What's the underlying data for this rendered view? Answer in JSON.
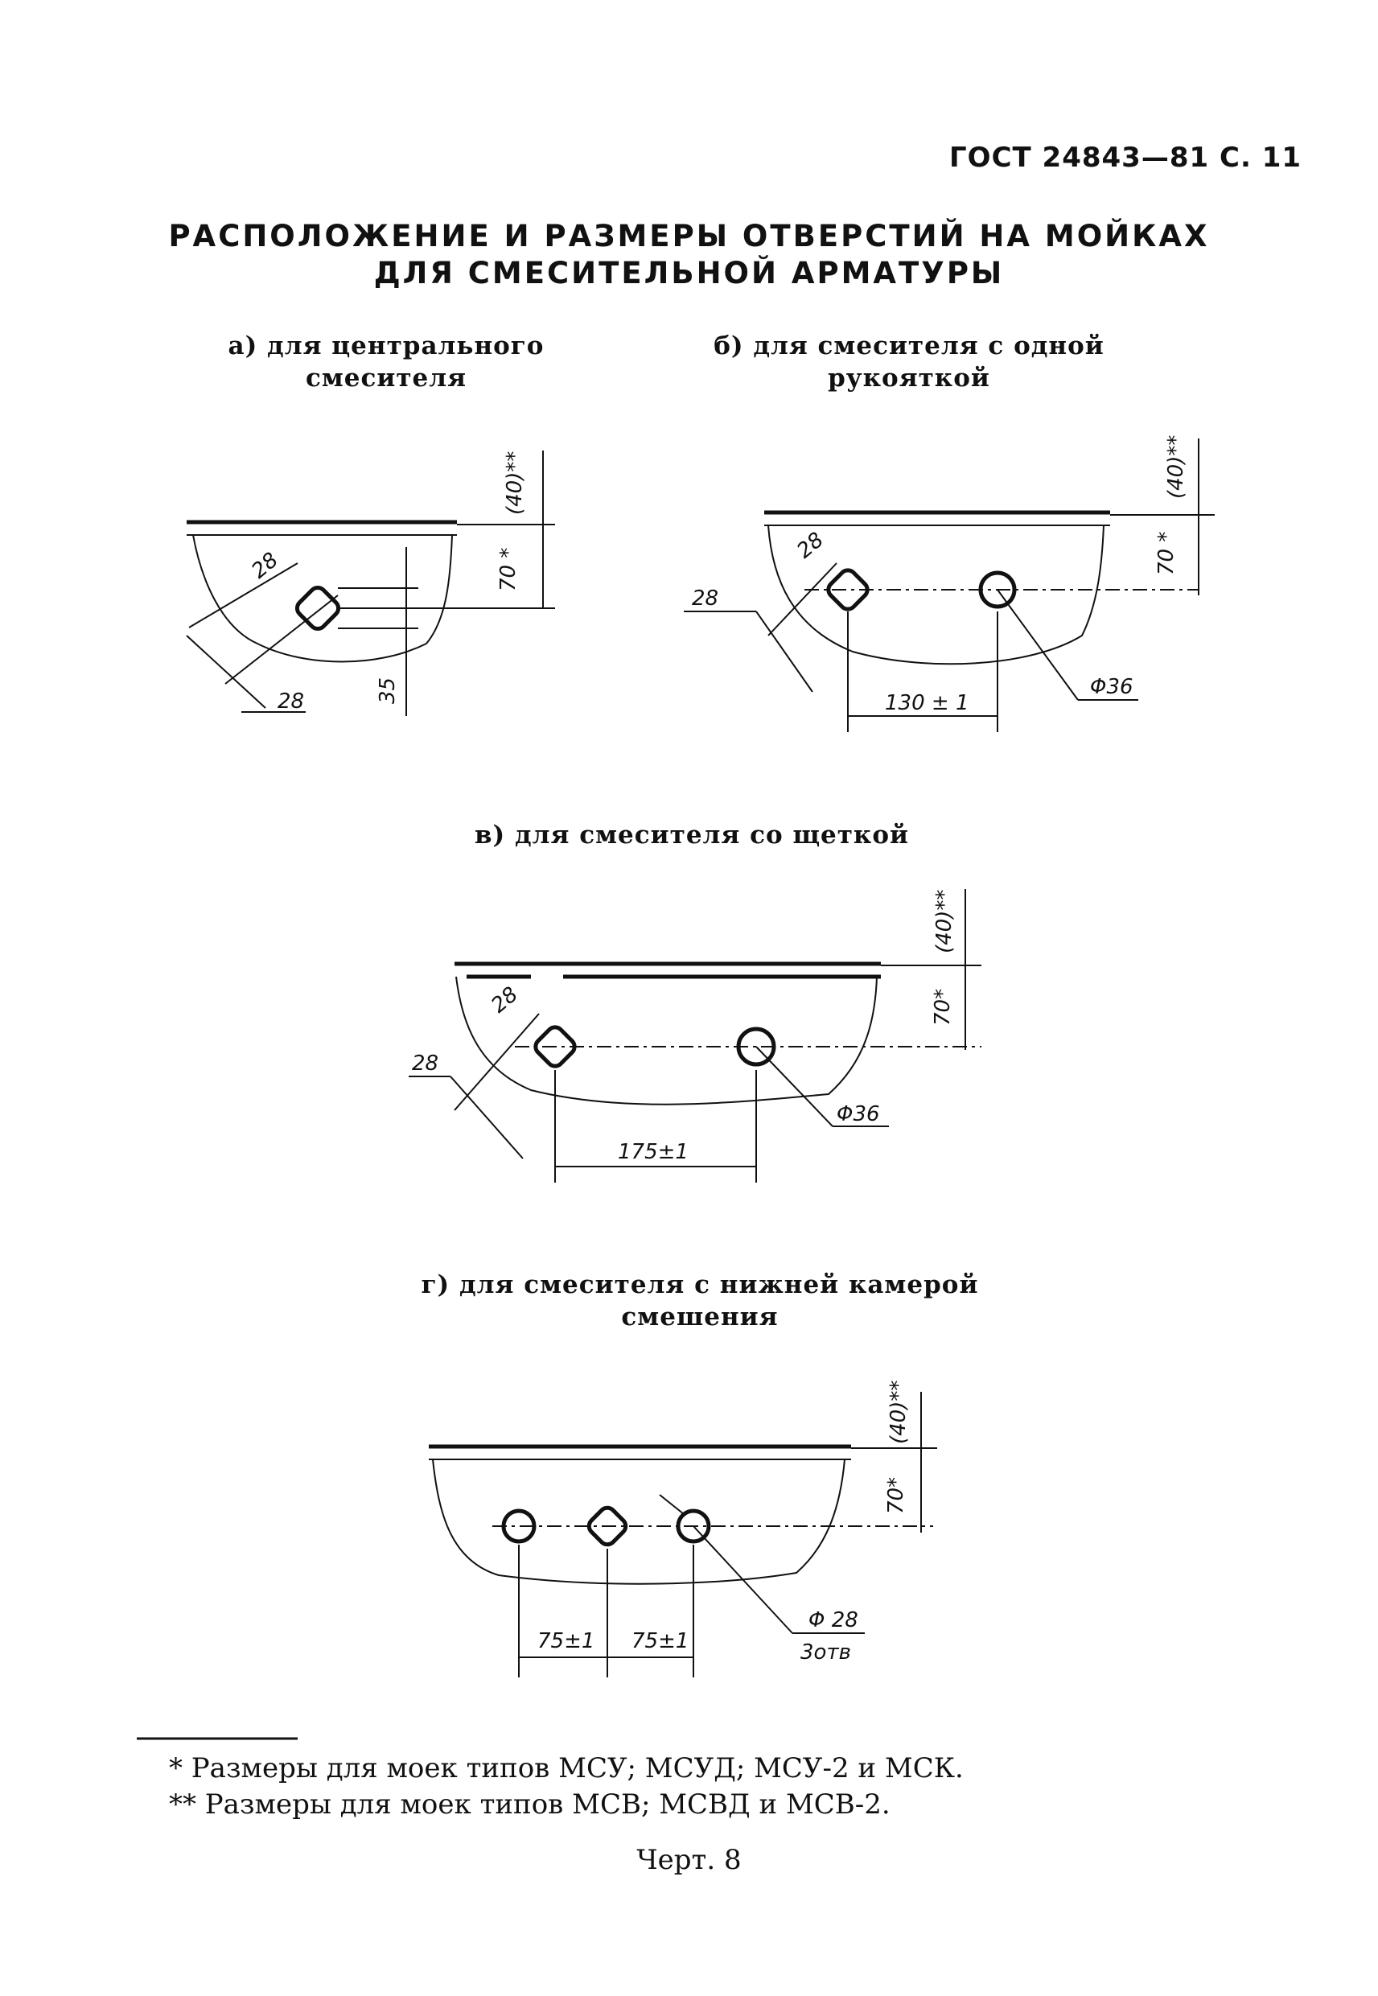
{
  "header": {
    "page_ref": "ГОСТ 24843—81 С. 11"
  },
  "title": {
    "line1": "РАСПОЛОЖЕНИЕ И РАЗМЕРЫ ОТВЕРСТИЙ НА МОЙКАХ",
    "line2": "ДЛЯ СМЕСИТЕЛЬНОЙ АРМАТУРЫ"
  },
  "figures": {
    "a": {
      "caption_line1": "а) для центрального",
      "caption_line2": "смесителя",
      "dim_height": "70 *",
      "dim_height_alt": "(40)**",
      "dim_hole": "28",
      "dim_hole_2": "28",
      "dim_offset": "35"
    },
    "b": {
      "caption_line1": "б) для смесителя с одной",
      "caption_line2": "рукояткой",
      "dim_height": "70 *",
      "dim_height_alt": "(40)**",
      "dim_hole": "28",
      "dim_hole_2": "28",
      "dim_spacing": "130 ± 1",
      "dim_diameter": "Φ36"
    },
    "v": {
      "caption": "в) для смесителя со щеткой",
      "dim_height": "70*",
      "dim_height_alt": "(40)**",
      "dim_hole": "28",
      "dim_hole_2": "28",
      "dim_spacing": "175±1",
      "dim_diameter": "Φ36"
    },
    "g": {
      "caption_line1": "г) для смесителя с нижней камерой",
      "caption_line2": "смешения",
      "dim_height": "70*",
      "dim_height_alt": "(40)**",
      "dim_spacing_1": "75±1",
      "dim_spacing_2": "75±1",
      "dim_diameter": "Φ 28",
      "dim_count": "3отв"
    }
  },
  "footnotes": {
    "note1": "* Размеры для моек типов МСУ; МСУД; МСУ-2 и МСК.",
    "note2": "** Размеры для моек типов МСВ; МСВД и МСВ-2."
  },
  "figure_label": "Черт. 8"
}
